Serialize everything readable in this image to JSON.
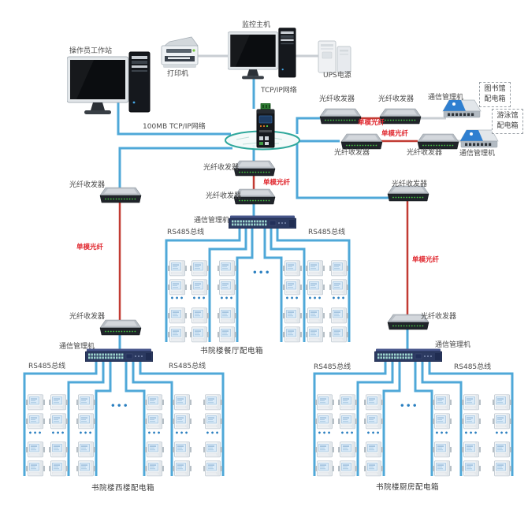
{
  "diagram": {
    "nodes": {
      "workstation": "操作员工作站",
      "printer": "打印机",
      "monitor_host": "监控主机",
      "ups": "UPS电源",
      "tcpip_network": "TCP/IP网络",
      "tcpip_100mb": "100MB TCP/IP网络",
      "fiber_transceiver": "光纤收发器",
      "comm_manager": "通信管理机",
      "single_mode_fiber": "单模光纤",
      "rs485_bus": "RS485总线",
      "library_box": "图书馆配电箱",
      "natatorium_box": "游泳馆配电箱"
    },
    "clusters": [
      {
        "id": "dining",
        "title": "书院楼餐厅配电箱",
        "columns": 6,
        "meters_per_column_shown": 4,
        "bus_label": "RS485总线"
      },
      {
        "id": "west",
        "title": "书院楼西楼配电箱",
        "columns": 6,
        "meters_per_column_shown": 4,
        "bus_label": "RS485总线"
      },
      {
        "id": "kitchen",
        "title": "书院楼厨房配电箱",
        "columns": 6,
        "meters_per_column_shown": 4,
        "bus_label": "RS485总线"
      }
    ],
    "ellipsis_small": "•••",
    "ellipsis_large": "•••",
    "colors": {
      "tcpip_line": "#4FA8D8",
      "fiber_line": "#C23B33",
      "serial_line": "#C9CED3",
      "ring": "#2EA79B",
      "label": "#4A4A4A",
      "red_label": "#E0262D",
      "ellipsis": "#2A7FC0"
    }
  }
}
